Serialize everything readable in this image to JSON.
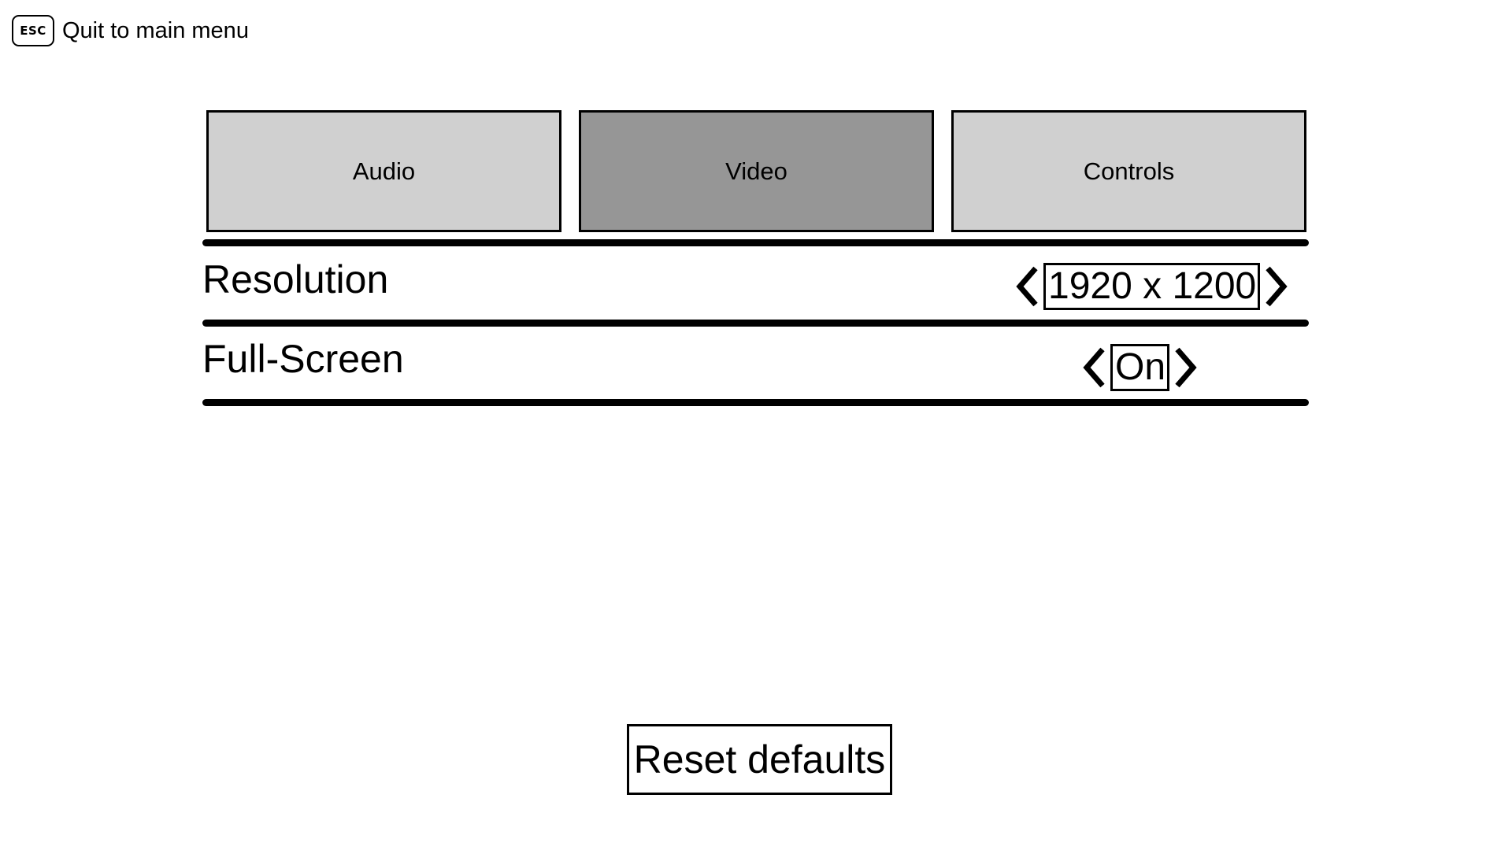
{
  "header": {
    "esc_key": "ESC",
    "quit_label": "Quit to main menu"
  },
  "tabs": [
    {
      "label": "Audio",
      "active": false
    },
    {
      "label": "Video",
      "active": true
    },
    {
      "label": "Controls",
      "active": false
    }
  ],
  "settings": [
    {
      "label": "Resolution",
      "value": "1920 x 1200"
    },
    {
      "label": "Full-Screen",
      "value": "On"
    }
  ],
  "footer": {
    "reset_label": "Reset defaults"
  },
  "colors": {
    "tab_inactive": "#d0d0d0",
    "tab_active": "#969696"
  }
}
